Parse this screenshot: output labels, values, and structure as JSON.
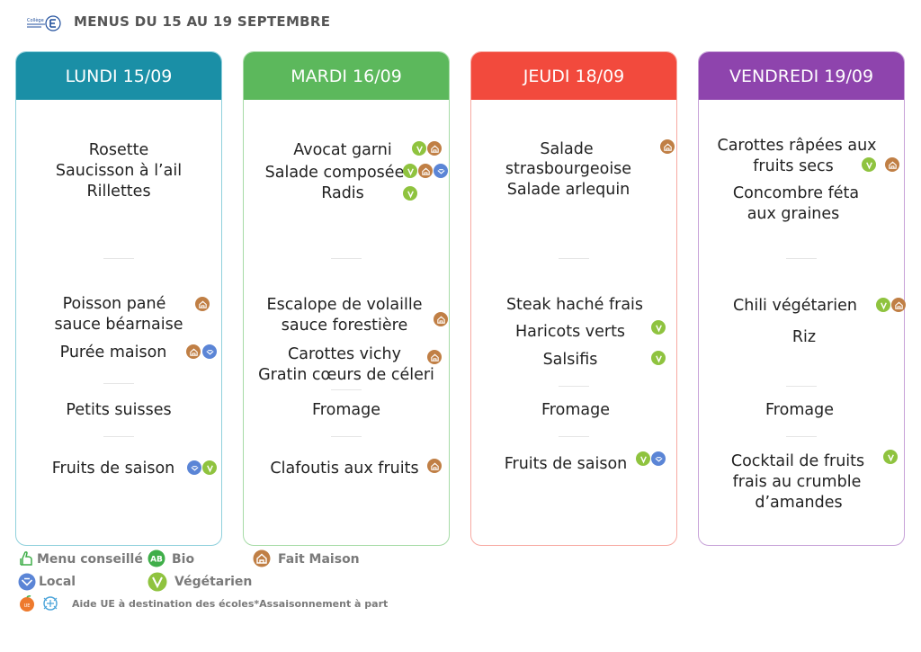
{
  "header": {
    "title": "MENUS DU 15 AU 19 SEPTEMBRE",
    "logo_text": "Collège"
  },
  "days": [
    {
      "label": "LUNDI 15/09",
      "color": "#1a8fa6",
      "lines": [
        "Rosette",
        "Saucisson à l’ail",
        "Rillettes",
        "Poisson pané",
        "sauce béarnaise",
        "Purée maison",
        "Petits suisses",
        "Fruits de saison"
      ]
    },
    {
      "label": "MARDI 16/09",
      "color": "#5cb85c",
      "lines": [
        "Avocat garni",
        "Salade composée",
        "Radis",
        "Escalope de volaille",
        "sauce forestière",
        "Carottes vichy",
        "Gratin cœurs de céleri",
        "Fromage",
        "Clafoutis aux fruits"
      ]
    },
    {
      "label": "JEUDI 18/09",
      "color": "#f24a3d",
      "lines": [
        "Salade",
        "strasbourgeoise",
        "Salade arlequin",
        "Steak haché frais",
        "Haricots verts",
        "Salsifis",
        "Fromage",
        "Fruits de saison"
      ]
    },
    {
      "label": "VENDREDI 19/09",
      "color": "#8e44ad",
      "lines": [
        "Carottes râpées aux",
        "fruits secs",
        "Concombre féta",
        "aux graines",
        "Chili végétarien",
        "Riz",
        "Fromage",
        "Cocktail de fruits",
        "frais au crumble",
        "d’amandes"
      ]
    }
  ],
  "legend": {
    "menu_conseille": "Menu conseillé",
    "bio": "Bio",
    "fait_maison": "Fait Maison",
    "local": "Local",
    "vegetarien": "Végétarien",
    "note": "Aide UE à destination des écoles*Assaisonnement à part"
  },
  "colors": {
    "fait_maison": "#c07f45",
    "vegetarien": "#8fc33f",
    "local": "#5b85d6",
    "bio": "#3fae49",
    "menu_conseille": "#3fae49"
  }
}
